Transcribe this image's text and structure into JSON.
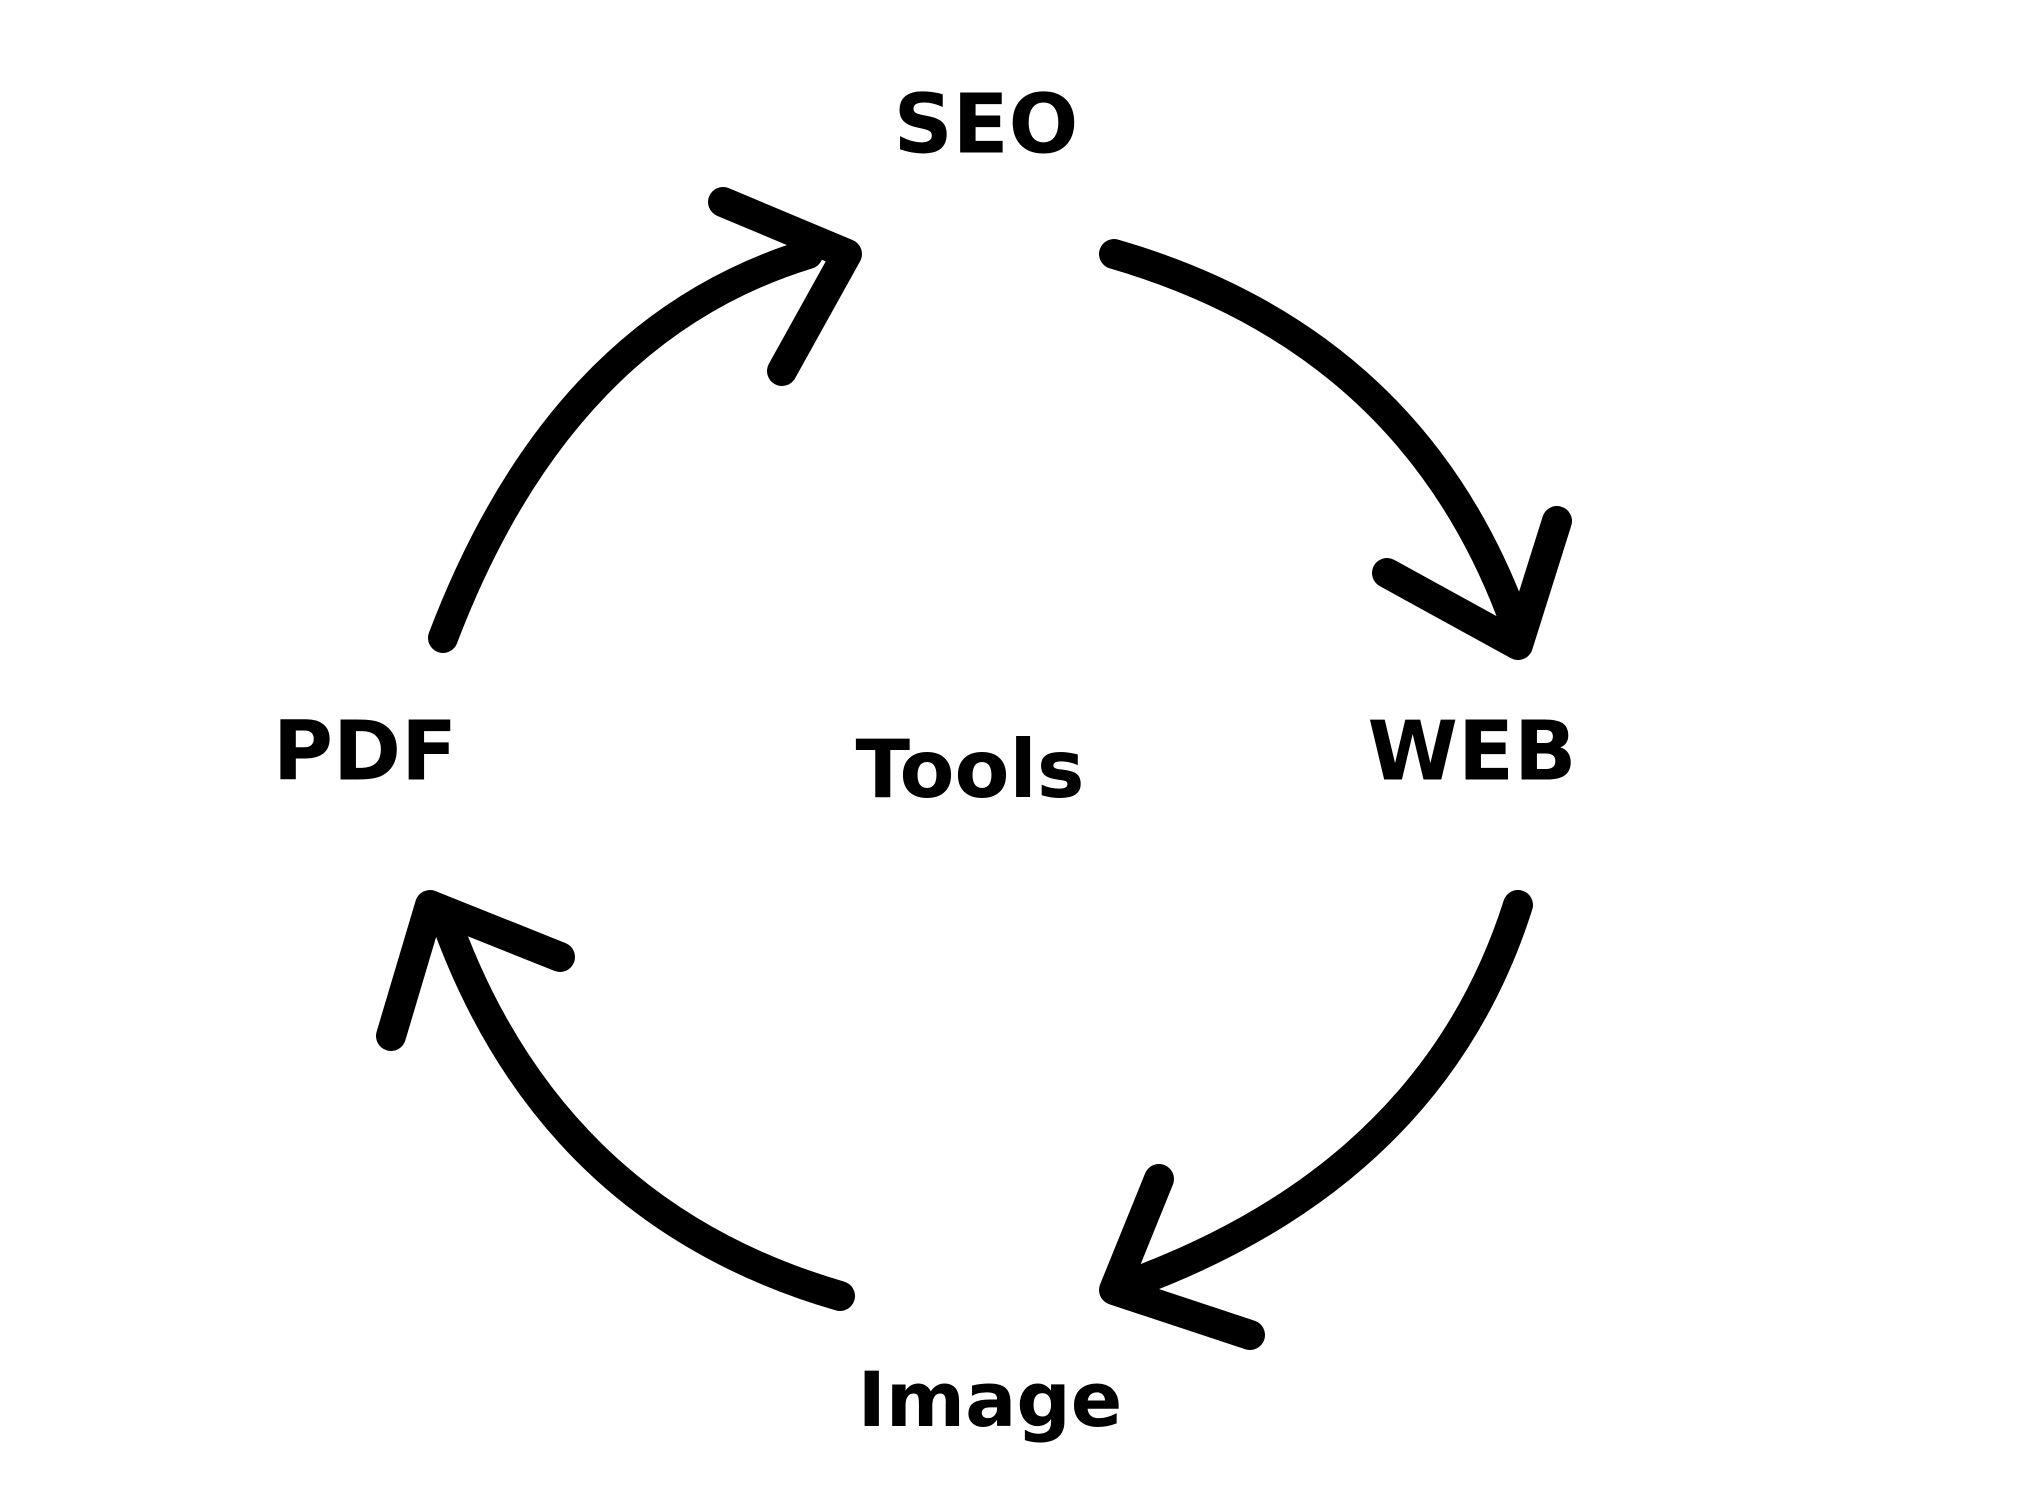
{
  "diagram": {
    "center": "Tools",
    "nodes": [
      "SEO",
      "WEB",
      "Image",
      "PDF"
    ],
    "arrow_direction": "clockwise",
    "stroke_color": "#000000",
    "background": "#ffffff"
  }
}
